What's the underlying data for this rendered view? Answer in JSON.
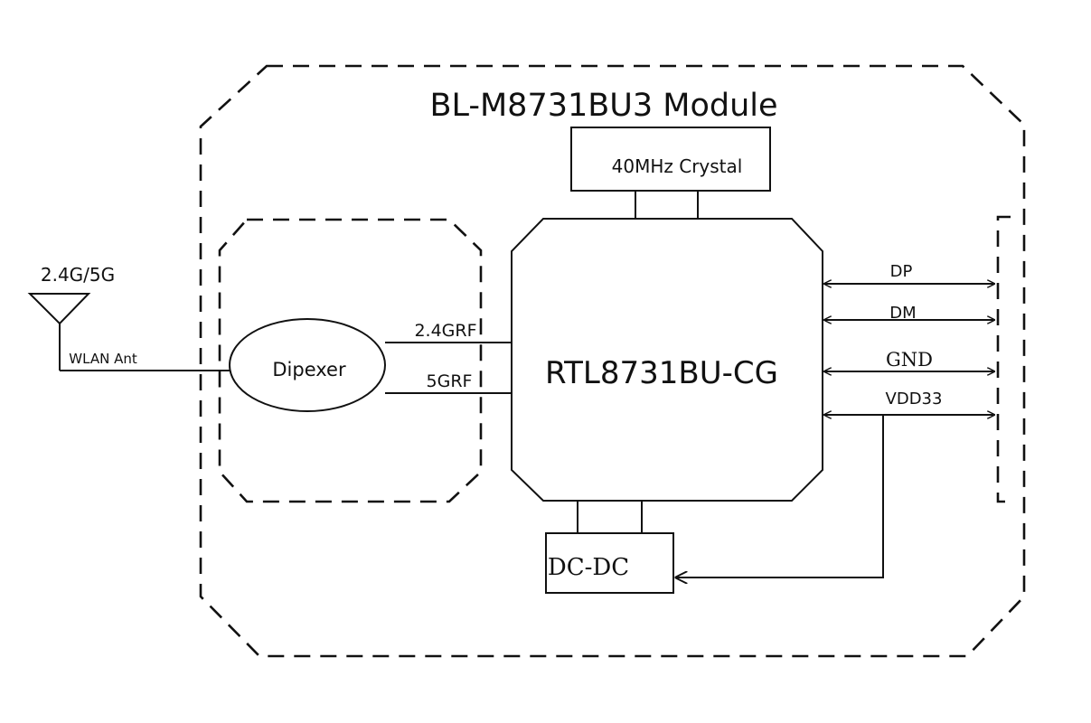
{
  "diagram": {
    "module_title": "BL-M8731BU3  Module",
    "crystal_label": "40MHz  Crystal",
    "chip_label": "RTL8731BU-CG",
    "dcdc_label": "DC-DC",
    "diplexer_label": "Dipexer",
    "antenna_band_label": "2.4G/5G",
    "antenna_label": "WLAN Ant",
    "rf_lines": [
      "2.4GRF",
      "5GRF"
    ],
    "signals": [
      "DP",
      "DM",
      "GND",
      "VDD33"
    ]
  }
}
